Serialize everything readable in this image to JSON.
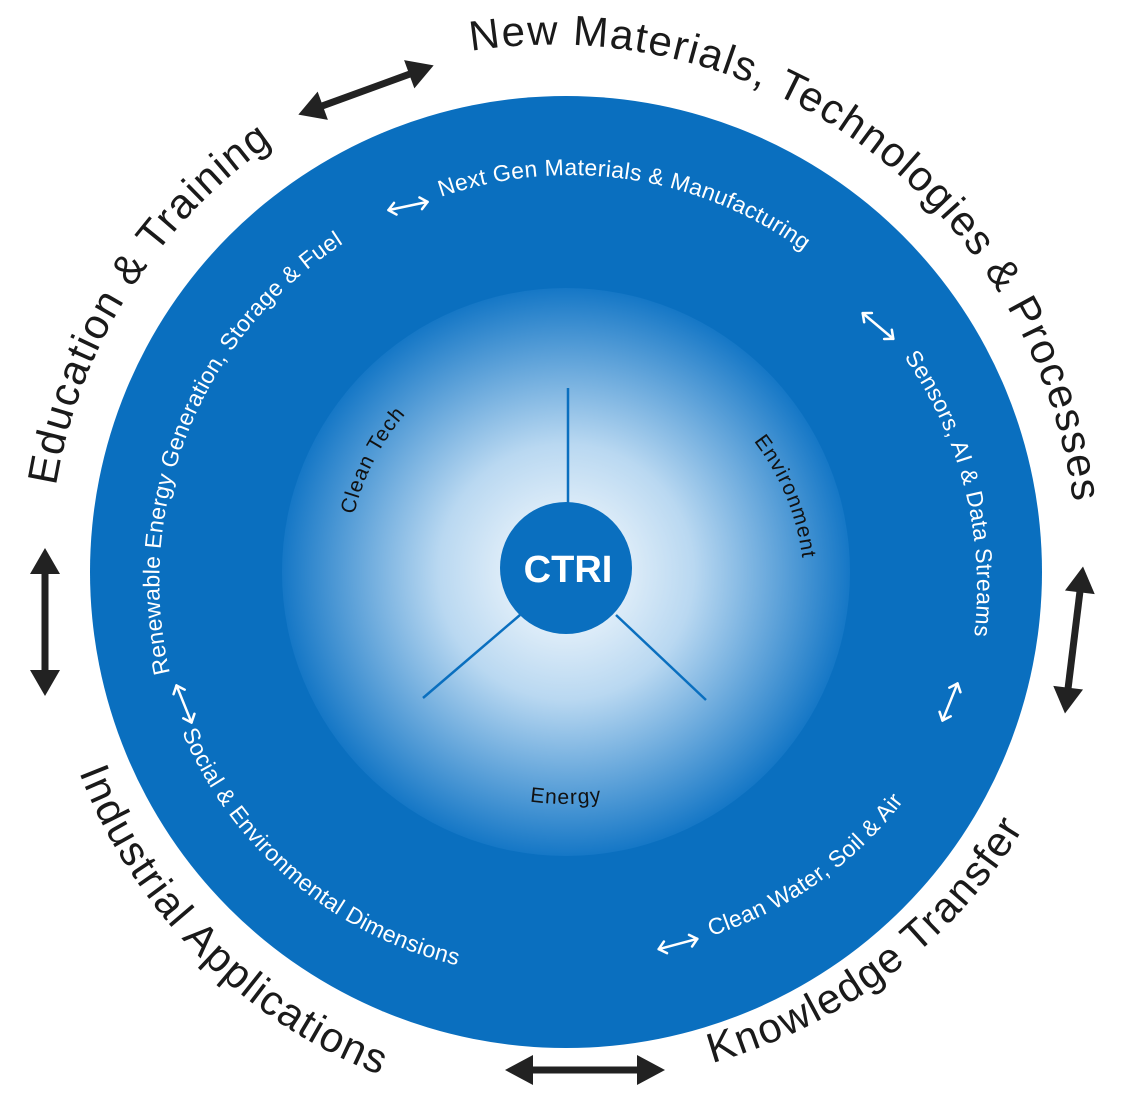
{
  "center": {
    "label": "CTRI"
  },
  "inner_sectors": [
    {
      "id": "clean-tech",
      "label": "Clean Tech"
    },
    {
      "id": "environment",
      "label": "Environment"
    },
    {
      "id": "energy",
      "label": "Energy"
    }
  ],
  "ring_items": [
    {
      "id": "next-gen",
      "label": "Next Gen Materials & Manufacturing"
    },
    {
      "id": "sensors",
      "label": "Sensors, AI & Data Streams"
    },
    {
      "id": "clean-water",
      "label": "Clean Water, Soil & Air"
    },
    {
      "id": "social",
      "label": "Social & Environmental Dimensions"
    },
    {
      "id": "renewable",
      "label": "Renewable Energy Generation, Storage & Fuel"
    }
  ],
  "outer_items": [
    {
      "id": "new-materials",
      "label": "New Materials, Technologies & Processes"
    },
    {
      "id": "knowledge",
      "label": "Knowledge Transfer"
    },
    {
      "id": "industrial",
      "label": "Industrial Applications"
    },
    {
      "id": "education",
      "label": "Education & Training"
    }
  ],
  "colors": {
    "ring_blue": "#0a6fbf",
    "inner_gradient_center": "#ffffff",
    "inner_gradient_edge": "#1577c6",
    "center_circle": "#0a6fbf",
    "outer_text": "#1a1a1a",
    "ring_text": "#ffffff"
  }
}
